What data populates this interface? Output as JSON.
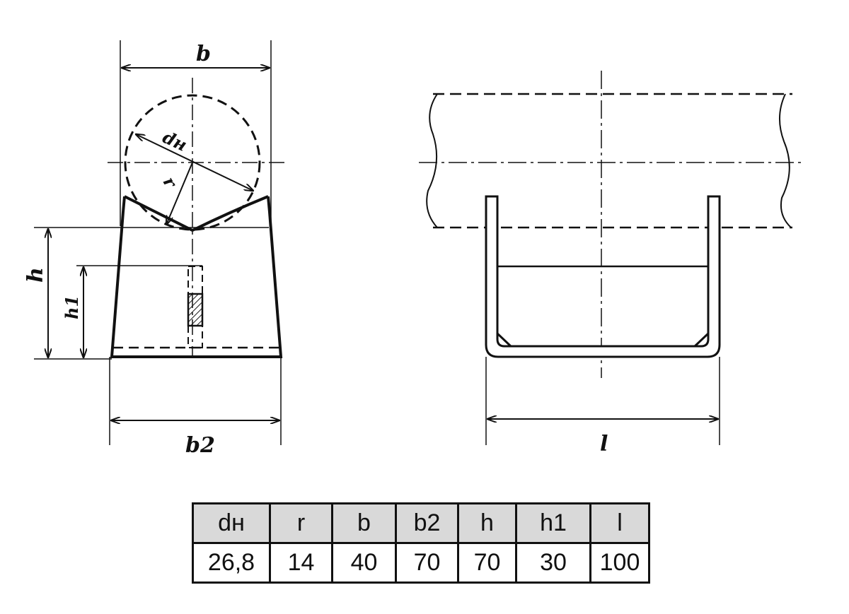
{
  "drawing": {
    "labels": {
      "b": "b",
      "dn": "dн",
      "r": "r",
      "h": "h",
      "h1": "h1",
      "b2": "b2",
      "l": "l"
    }
  },
  "table": {
    "headers": [
      "dн",
      "r",
      "b",
      "b2",
      "h",
      "h1",
      "l"
    ],
    "values": [
      "26,8",
      "14",
      "40",
      "70",
      "70",
      "30",
      "100"
    ]
  }
}
